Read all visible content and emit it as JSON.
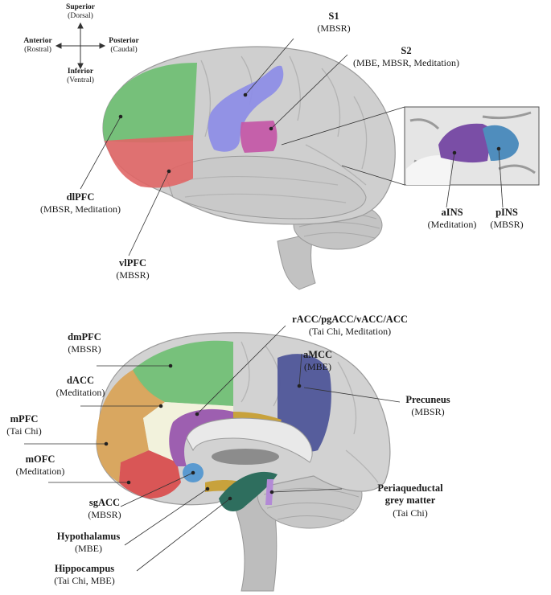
{
  "compass": {
    "superior": "Superior",
    "superior_sub": "(Dorsal)",
    "inferior": "Inferior",
    "inferior_sub": "(Ventral)",
    "anterior": "Anterior",
    "anterior_sub": "(Rostral)",
    "posterior": "Posterior",
    "posterior_sub": "(Caudal)"
  },
  "lateral_labels": {
    "s1": {
      "title": "S1",
      "sub": "(MBSR)"
    },
    "s2": {
      "title": "S2",
      "sub": "(MBE, MBSR, Meditation)"
    },
    "dlpfc": {
      "title": "dlPFC",
      "sub": "(MBSR, Meditation)"
    },
    "vlpfc": {
      "title": "vlPFC",
      "sub": "(MBSR)"
    },
    "ains": {
      "title": "aINS",
      "sub": "(Meditation)"
    },
    "pins": {
      "title": "pINS",
      "sub": "(MBSR)"
    }
  },
  "medial_labels": {
    "racc": {
      "title": "rACC/pgACC/vACC/ACC",
      "sub": "(Tai Chi, Meditation)"
    },
    "dmpfc": {
      "title": "dmPFC",
      "sub": "(MBSR)"
    },
    "amcc": {
      "title": "aMCC",
      "sub": "(MBE)"
    },
    "dacc": {
      "title": "dACC",
      "sub": "(Meditation)"
    },
    "precuneus": {
      "title": "Precuneus",
      "sub": "(MBSR)"
    },
    "mpfc": {
      "title": "mPFC",
      "sub": "(Tai Chi)"
    },
    "mofc": {
      "title": "mOFC",
      "sub": "(Meditation)"
    },
    "sgacc": {
      "title": "sgACC",
      "sub": "(MBSR)"
    },
    "pag": {
      "title": "Periaqueductal",
      "title2": "grey matter",
      "sub": "(Tai Chi)"
    },
    "hypothalamus": {
      "title": "Hypothalamus",
      "sub": "(MBE)"
    },
    "hippocampus": {
      "title": "Hippocampus",
      "sub": "(Tai Chi, MBE)"
    }
  },
  "colors": {
    "green": "#6fbf73",
    "red": "#e06666",
    "violet": "#8e8ee6",
    "magenta": "#c45aa8",
    "navy": "#4f5699",
    "orange": "#d9a45a",
    "cream": "#f2f2dc",
    "purple": "#9d5fb0",
    "gold": "#c8a23c",
    "blue": "#5a9ad0",
    "teal": "#2e6e5e",
    "brain": "#cfcfcf",
    "brain_dark": "#a9a9a9"
  }
}
